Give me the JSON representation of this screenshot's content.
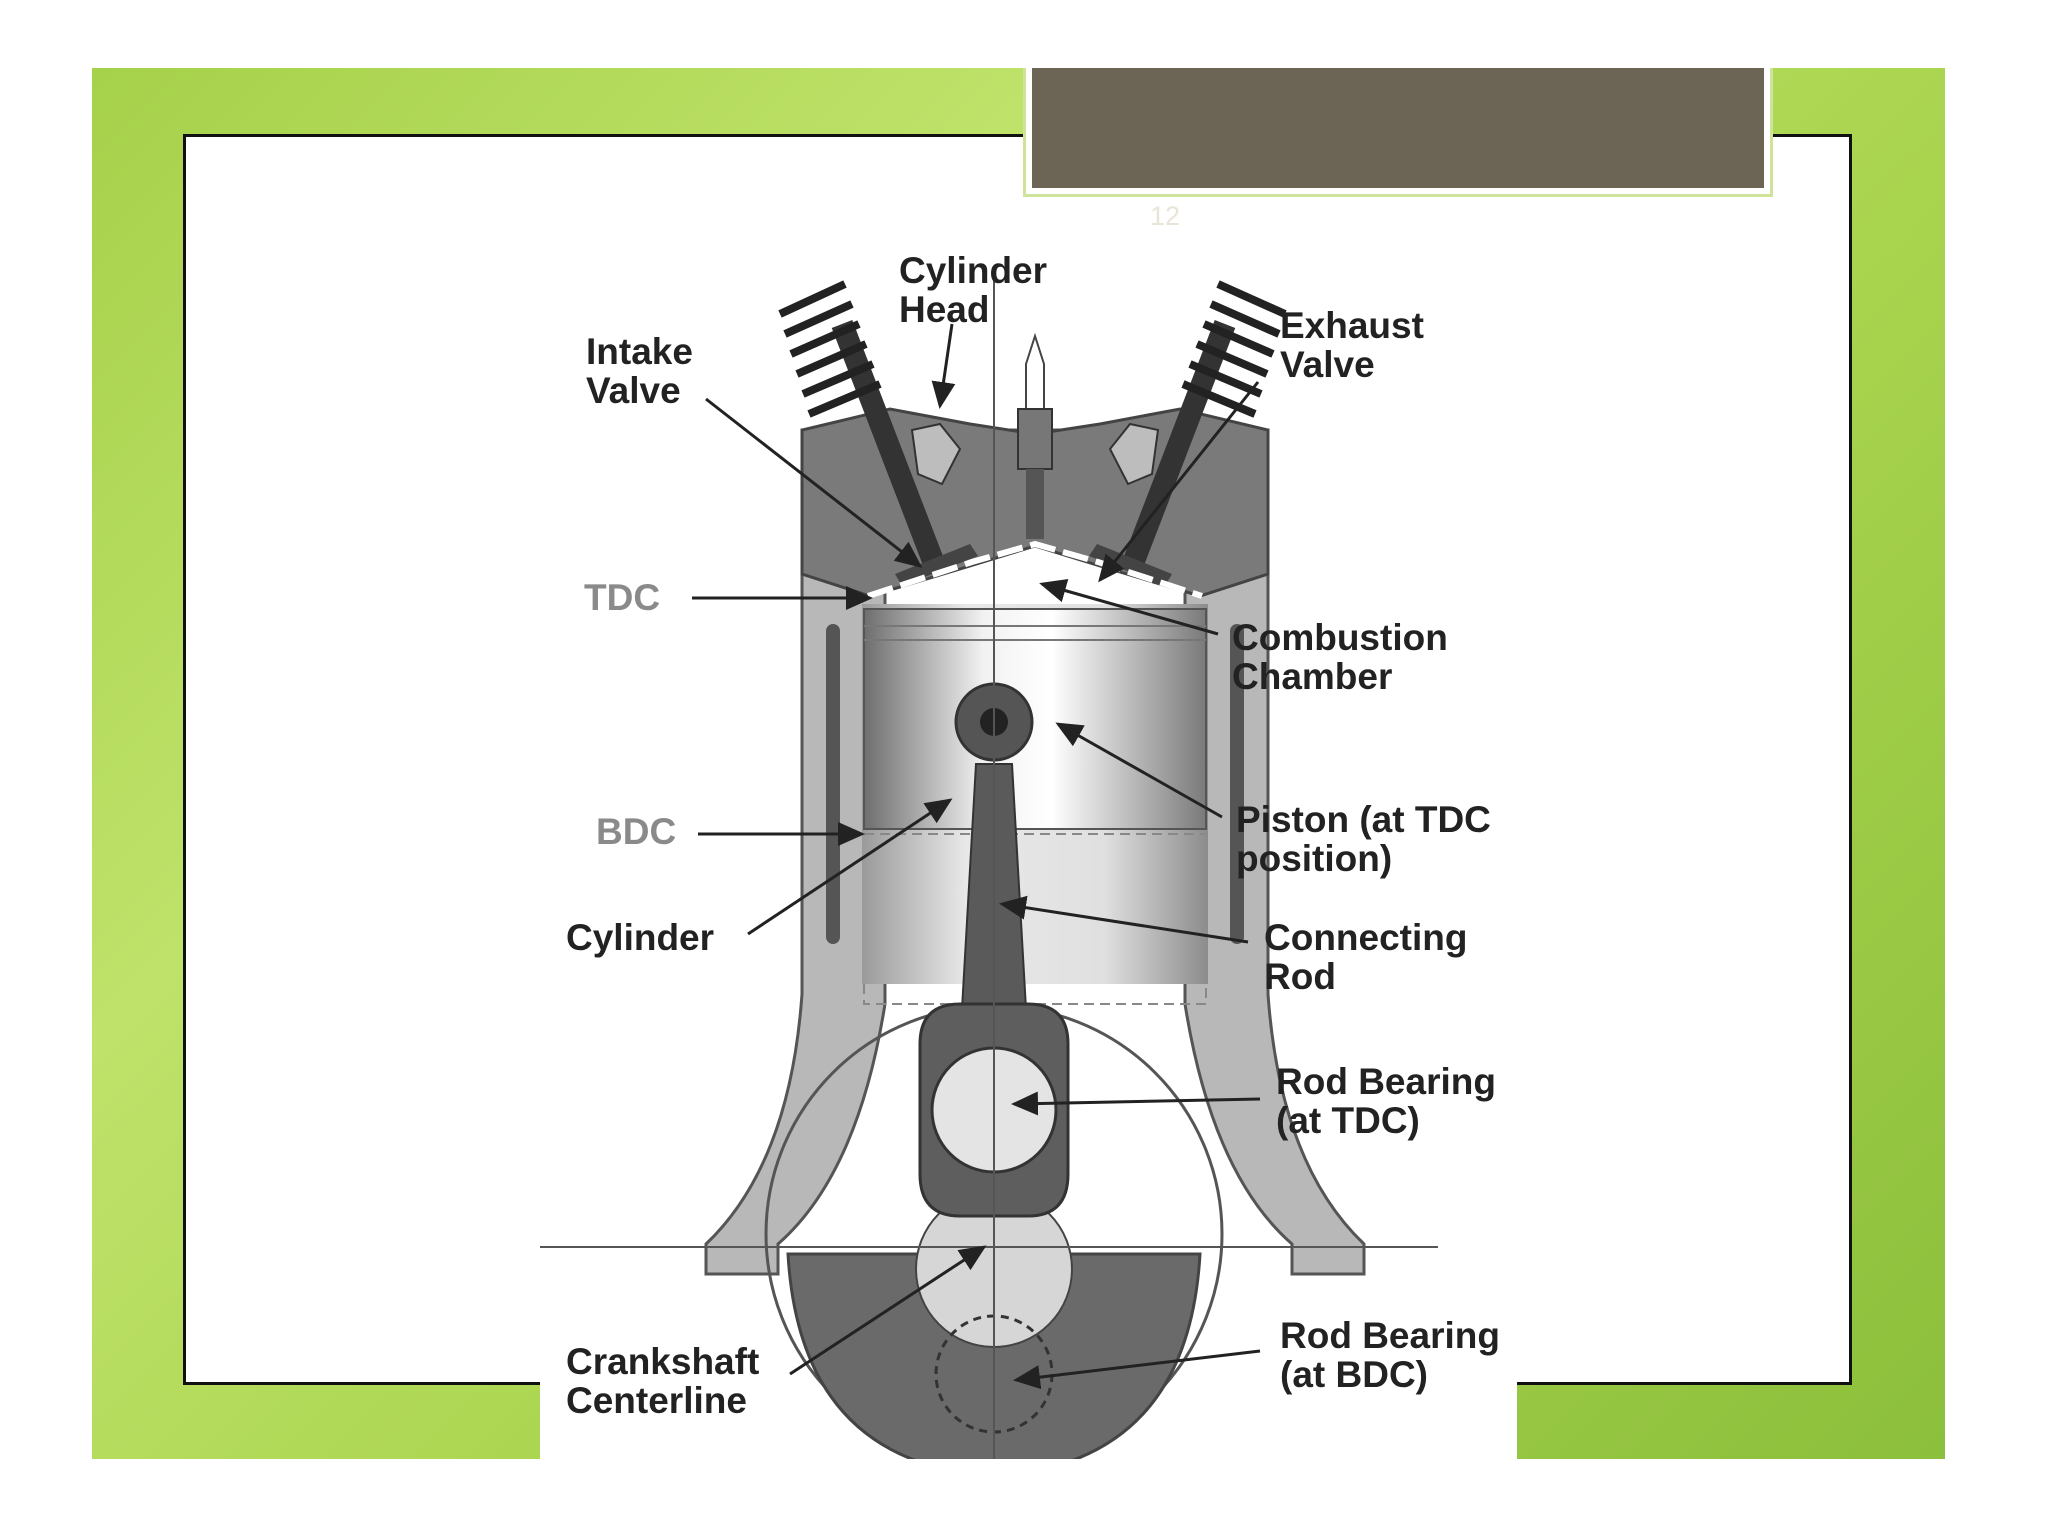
{
  "slide": {
    "number": "12",
    "colors": {
      "background": "#a6d14a",
      "tab": "#6c6454",
      "frame": "#111111"
    }
  },
  "labels": {
    "cylinder_head": "Cylinder\nHead",
    "intake_valve": "Intake\nValve",
    "exhaust_valve": "Exhaust\nValve",
    "tdc": "TDC",
    "combustion_chamber": "Combustion\nChamber",
    "bdc": "BDC",
    "piston": "Piston (at TDC\nposition)",
    "cylinder": "Cylinder",
    "connecting_rod": "Connecting\nRod",
    "rod_bearing_tdc": "Rod Bearing\n(at TDC)",
    "crankshaft_centerline": "Crankshaft\nCenterline",
    "rod_bearing_bdc": "Rod Bearing\n(at BDC)"
  }
}
